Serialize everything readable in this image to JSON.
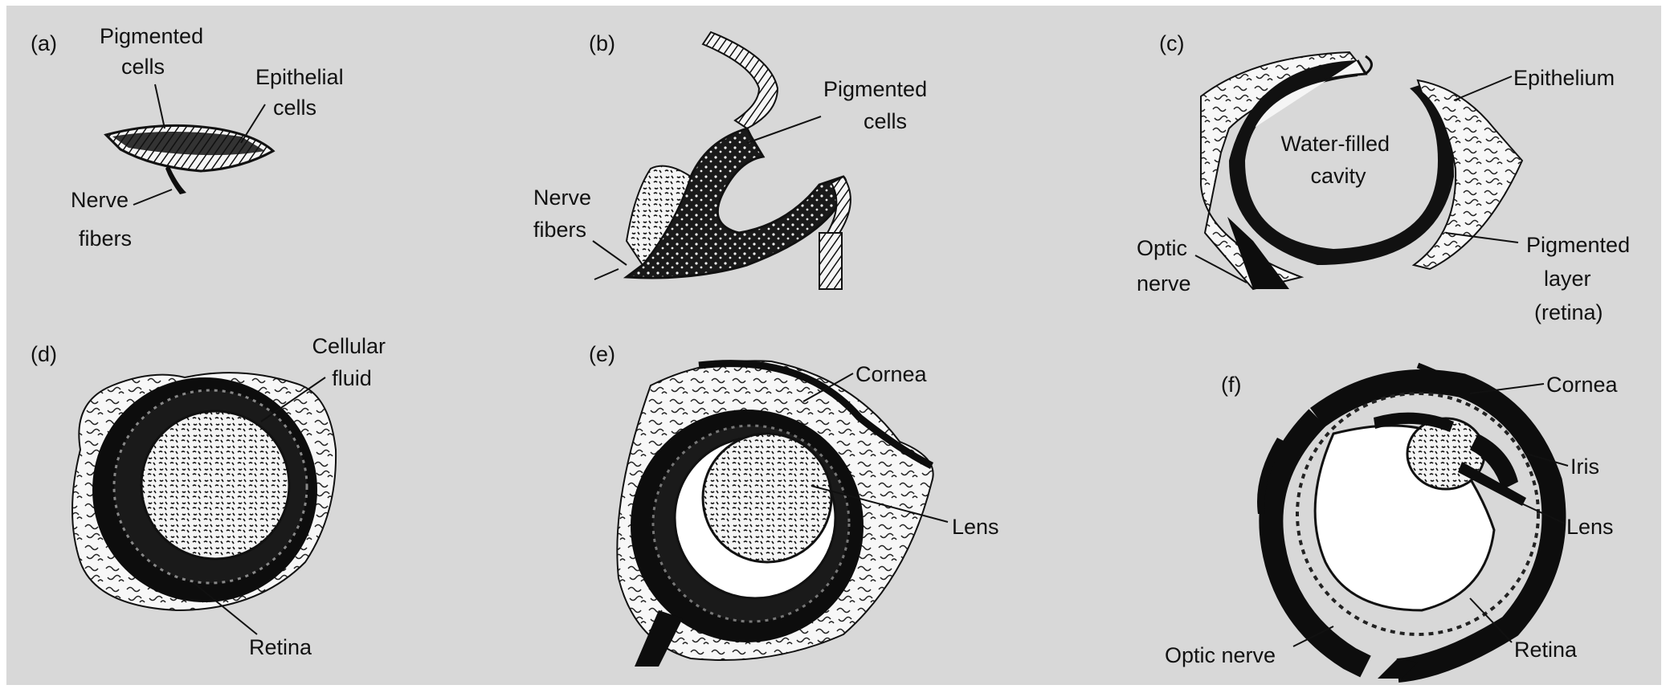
{
  "panels": {
    "a": {
      "tag": "(a)",
      "labels": [
        [
          "Pigmented",
          "cells"
        ],
        [
          "Epithelial",
          "cells"
        ],
        [
          "Nerve",
          "fibers"
        ]
      ]
    },
    "b": {
      "tag": "(b)",
      "labels": [
        [
          "Pigmented",
          "cells"
        ],
        [
          "Nerve",
          "fibers"
        ]
      ]
    },
    "c": {
      "tag": "(c)",
      "labels": [
        [
          "Epithelium"
        ],
        [
          "Water-filled",
          "cavity"
        ],
        [
          "Optic",
          "nerve"
        ],
        [
          "Pigmented",
          "layer",
          "(retina)"
        ]
      ]
    },
    "d": {
      "tag": "(d)",
      "labels": [
        [
          "Cellular",
          "fluid"
        ],
        [
          "Retina"
        ]
      ]
    },
    "e": {
      "tag": "(e)",
      "labels": [
        [
          "Cornea"
        ],
        [
          "Lens"
        ]
      ]
    },
    "f": {
      "tag": "(f)",
      "labels": [
        [
          "Cornea"
        ],
        [
          "Iris"
        ],
        [
          "Lens"
        ],
        [
          "Optic nerve"
        ],
        [
          "Retina"
        ]
      ]
    }
  }
}
